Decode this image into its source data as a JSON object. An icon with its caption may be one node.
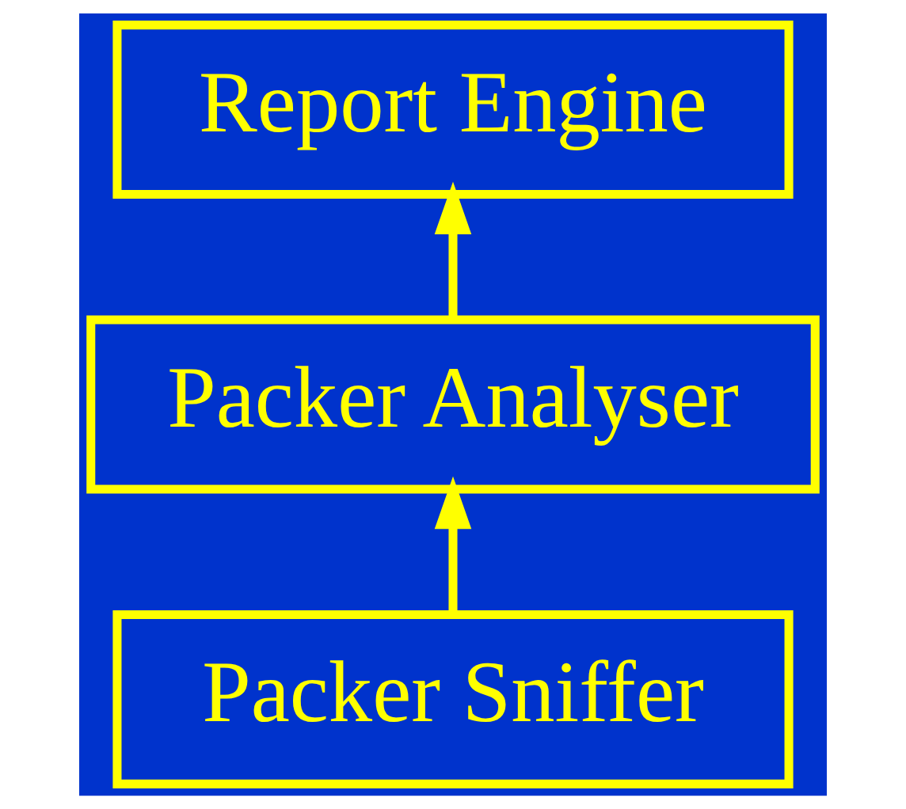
{
  "diagram": {
    "nodes": [
      {
        "text": [
          "Report Engine"
        ]
      },
      {
        "text": [
          "Packer Analyser"
        ]
      },
      {
        "text": [
          "Packer Sniffer"
        ]
      }
    ],
    "edges": [
      {
        "from": 2,
        "to": 1,
        "arrow": "to"
      },
      {
        "from": 1,
        "to": 0,
        "arrow": "to"
      }
    ]
  }
}
